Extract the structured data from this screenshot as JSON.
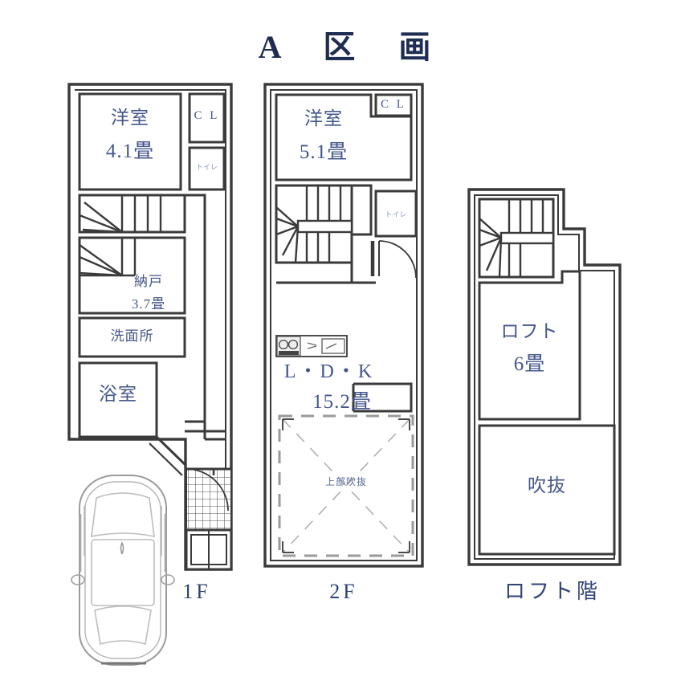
{
  "title": "A  区  画",
  "colors": {
    "text_blue": "#44568c",
    "title_blue": "#1f2d52",
    "wall": "#3a3a3a",
    "wall_light": "#6b6b6b",
    "background": "#ffffff",
    "faint_text": "#8d9ab8"
  },
  "floors": [
    {
      "tag": "1F",
      "rooms": [
        {
          "name": "洋室",
          "size": "4.1畳"
        },
        {
          "name": "納戸",
          "size": "3.7畳"
        },
        {
          "name": "洗面所",
          "size": ""
        },
        {
          "name": "浴室",
          "size": ""
        },
        {
          "name": "C L",
          "size": ""
        },
        {
          "name": "トイレ",
          "size": ""
        }
      ]
    },
    {
      "tag": "2F",
      "rooms": [
        {
          "name": "洋室",
          "size": "5.1畳"
        },
        {
          "name": "L・D・K",
          "size": "15.2畳"
        },
        {
          "name": "C L",
          "size": ""
        },
        {
          "name": "トイレ",
          "size": ""
        },
        {
          "name": "上部吹抜",
          "size": ""
        }
      ]
    },
    {
      "tag": "ロフト階",
      "rooms": [
        {
          "name": "ロフト",
          "size": "6畳"
        },
        {
          "name": "吹抜",
          "size": ""
        }
      ]
    }
  ],
  "f1": {
    "bedroom_name": "洋室",
    "bedroom_size": "4.1畳",
    "closet": "C L",
    "toilet": "トイレ",
    "storage_name": "納戸",
    "storage_size": "3.7畳",
    "washroom": "洗面所",
    "bath": "浴室",
    "tag": "1F"
  },
  "f2": {
    "bedroom_name": "洋室",
    "bedroom_size": "5.1畳",
    "closet": "C L",
    "toilet": "トイレ",
    "ldk_name": "L・D・K",
    "ldk_size": "15.2畳",
    "void": "上部吹抜",
    "tag": "2F"
  },
  "loft": {
    "loft_name": "ロフト",
    "loft_size": "6畳",
    "void": "吹抜",
    "tag": "ロフト階"
  },
  "icons": {
    "car": "car-top-view-icon",
    "stove": "stove-icon",
    "sink": "sink-icon",
    "stairs": "stairs-icon",
    "door_arc": "door-swing-icon",
    "entrance_tile": "entrance-tile-icon"
  }
}
